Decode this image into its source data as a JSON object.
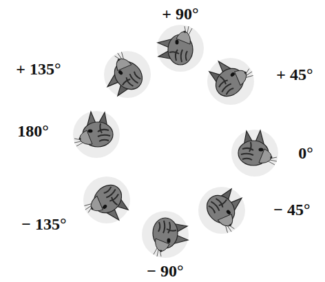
{
  "diagram": {
    "labels": [
      "+ 90°",
      "+ 135°",
      "+ 45°",
      "180°",
      "0°",
      "− 45°",
      "− 135°",
      "− 90°"
    ]
  }
}
